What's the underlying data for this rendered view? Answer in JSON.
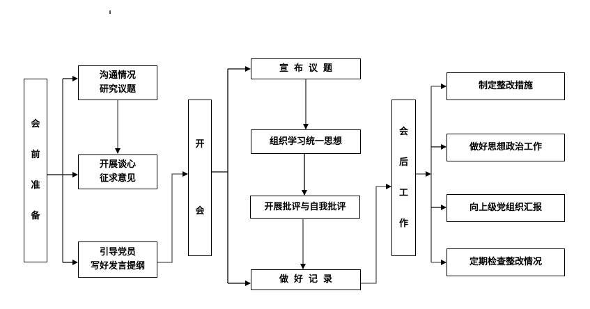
{
  "stages": {
    "pre_meeting": {
      "label_chars": [
        "会",
        "前",
        "准",
        "备"
      ]
    },
    "meeting": {
      "label_chars": [
        "开",
        "会"
      ]
    },
    "post_meeting": {
      "label_chars": [
        "会",
        "后",
        "工",
        "作"
      ]
    }
  },
  "pre_steps": [
    {
      "line1": "沟通情况",
      "line2": "研究议题"
    },
    {
      "line1": "开展谈心",
      "line2": "征求意见"
    },
    {
      "line1": "引导党员",
      "line2": "写好发言提纲"
    }
  ],
  "meeting_steps": [
    {
      "label": "宣布议题"
    },
    {
      "label": "组织学习统一思想"
    },
    {
      "label": "开展批评与自我批评"
    },
    {
      "label": "做好记录"
    }
  ],
  "post_steps": [
    {
      "label": "制定整改措施"
    },
    {
      "label": "做好思想政治工作"
    },
    {
      "label": "向上级党组织汇报"
    },
    {
      "label": "定期检查整改情况"
    }
  ],
  "colors": {
    "line": "#000000",
    "connector_gray": "#6e6e6e"
  }
}
